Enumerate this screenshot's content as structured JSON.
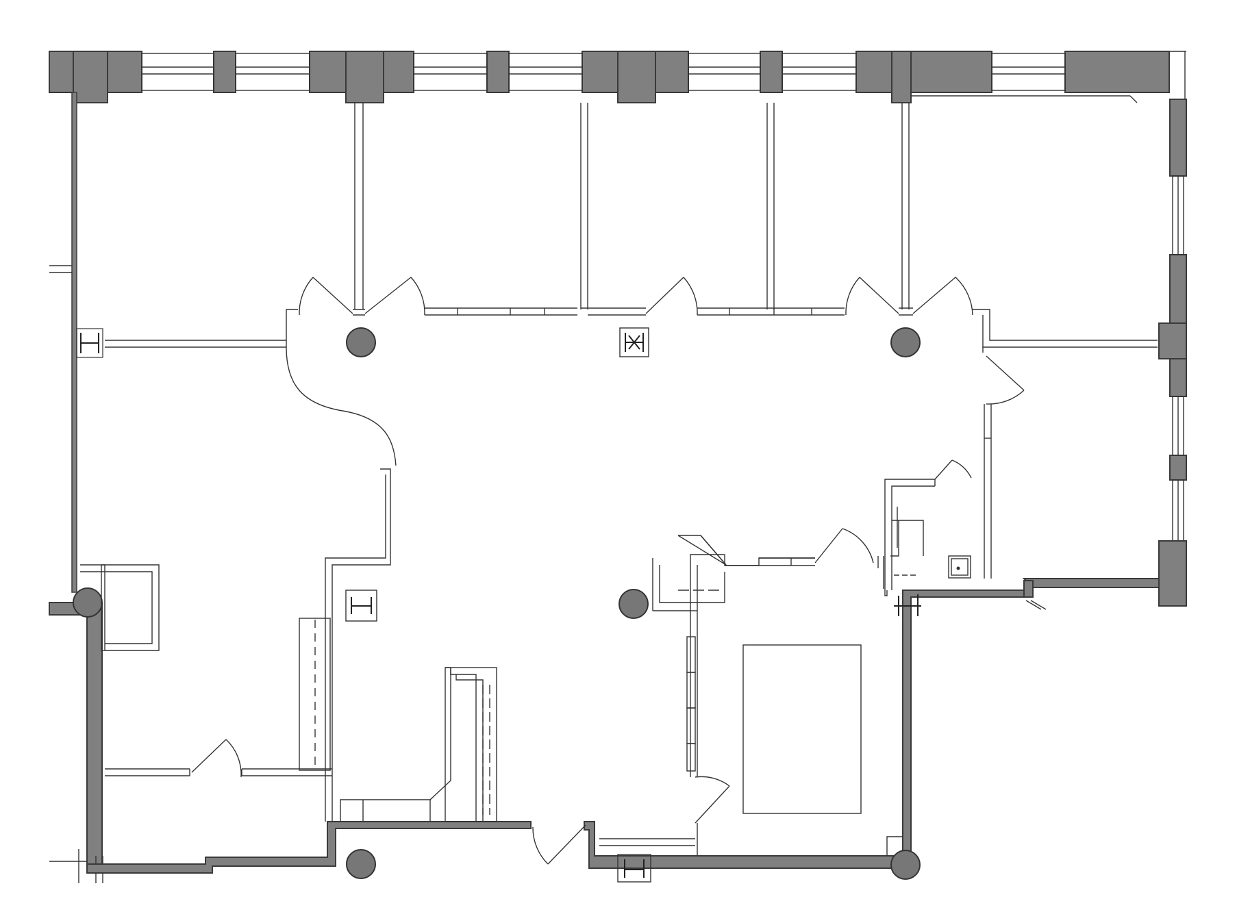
{
  "colors": {
    "wall_fill": "#808080",
    "wall_stroke": "#3a3a3a",
    "line": "#333333",
    "background": "#ffffff"
  },
  "legend": {
    "column_symbol": "gray-circle",
    "hvac_symbol": "H",
    "partition_wall": "thin-double-line",
    "exterior_wall": "heavy-gray-wall",
    "door": "swing-arc"
  },
  "symbols": {
    "hvac_letter": "H"
  }
}
